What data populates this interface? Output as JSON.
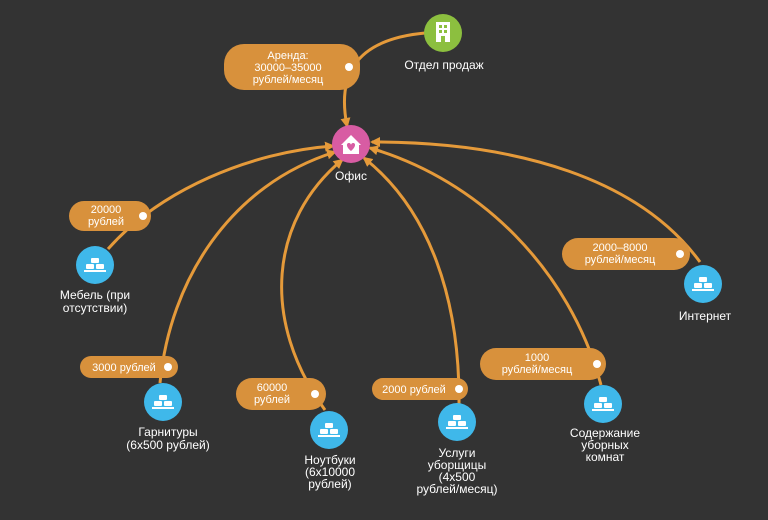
{
  "colors": {
    "background": "#333333",
    "edge": "#e59a3a",
    "pill": "#d8913c",
    "pill_text": "#ffffff",
    "node_text": "#ffffff",
    "center_node": "#d85ca3",
    "source_node": "#8cbf3f",
    "cost_node": "#3fb8ea"
  },
  "center": {
    "label": "Офис",
    "icon": "house-heart-icon"
  },
  "source": {
    "label": "Отдел продаж",
    "icon": "building-icon",
    "cost": [
      "Аренда:",
      "30000–35000",
      "рублей/месяц"
    ]
  },
  "items": [
    {
      "id": "furniture",
      "label": [
        "Мебель (при",
        "отсутствии)"
      ],
      "cost": [
        "20000",
        "рублей"
      ],
      "icon": "gold-bars-icon"
    },
    {
      "id": "headsets",
      "label": [
        "Гарнитуры",
        "(6х500 рублей)"
      ],
      "cost": [
        "3000 рублей"
      ],
      "icon": "gold-bars-icon"
    },
    {
      "id": "laptops",
      "label": [
        "Ноутбуки",
        "(6х10000",
        "рублей)"
      ],
      "cost": [
        "60000",
        "рублей"
      ],
      "icon": "gold-bars-icon"
    },
    {
      "id": "cleaning",
      "label": [
        "Услуги",
        "уборщицы",
        "(4х500",
        "рублей/месяц)"
      ],
      "cost": [
        "2000 рублей"
      ],
      "icon": "gold-bars-icon"
    },
    {
      "id": "restrooms",
      "label": [
        "Содержание",
        "уборных",
        "комнат"
      ],
      "cost": [
        "1000",
        "рублей/месяц"
      ],
      "icon": "gold-bars-icon"
    },
    {
      "id": "internet",
      "label": [
        "Интернет"
      ],
      "cost": [
        "2000–8000",
        "рублей/месяц"
      ],
      "icon": "gold-bars-icon"
    }
  ]
}
